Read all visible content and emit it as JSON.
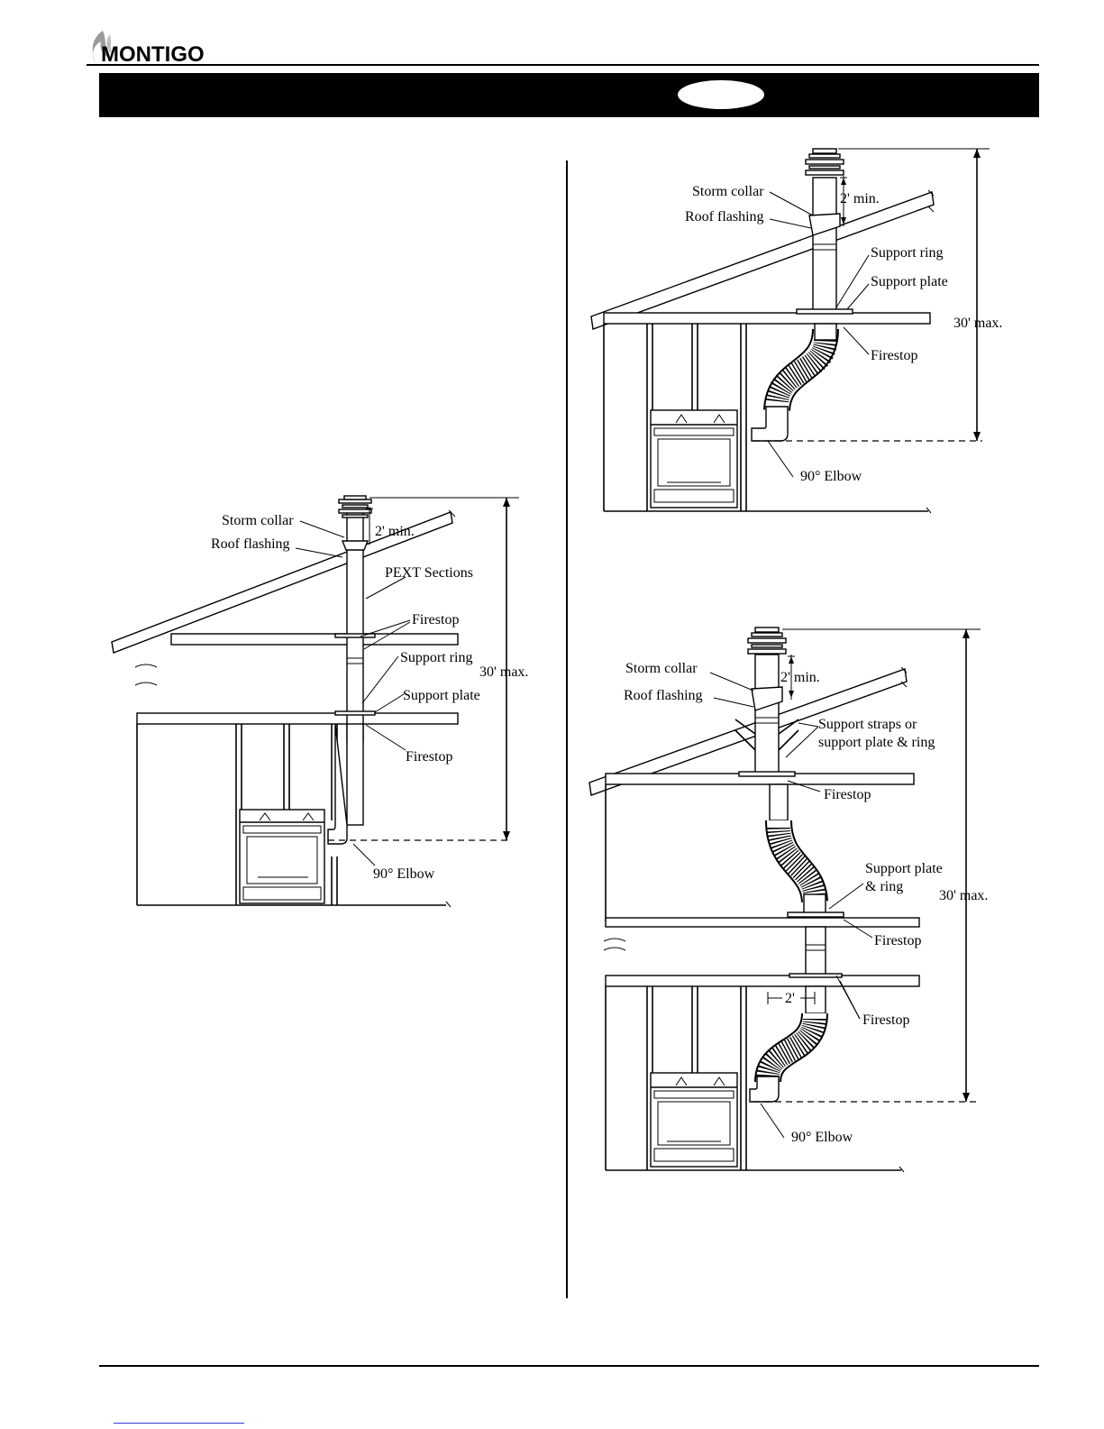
{
  "header": {
    "brand": "MONTIGO"
  },
  "diagrams": {
    "left": {
      "labels": {
        "storm_collar": "Storm collar",
        "roof_flashing": "Roof flashing",
        "two_min": "2' min.",
        "pext_sections": "PEXT Sections",
        "firestop_upper": "Firestop",
        "support_ring": "Support ring",
        "support_plate": "Support plate",
        "firestop_lower": "Firestop",
        "thirty_max": "30' max.",
        "elbow": "90° Elbow"
      }
    },
    "top_right": {
      "labels": {
        "storm_collar": "Storm collar",
        "roof_flashing": "Roof flashing",
        "two_min": "2' min.",
        "support_ring": "Support ring",
        "support_plate": "Support plate",
        "firestop": "Firestop",
        "thirty_max": "30' max.",
        "elbow": "90° Elbow"
      }
    },
    "bottom_right": {
      "labels": {
        "storm_collar": "Storm collar",
        "roof_flashing": "Roof flashing",
        "two_min": "2' min.",
        "support_straps": "Support straps",
        "or": "or",
        "support_plate_ring_1": "support plate & ring",
        "firestop_upper": "Firestop",
        "support_plate": "Support plate",
        "and_ring": "& ring",
        "thirty_max": "30' max.",
        "firestop_middle": "Firestop",
        "two_offset": "2'",
        "firestop_lower": "Firestop",
        "elbow": "90° Elbow"
      }
    }
  }
}
